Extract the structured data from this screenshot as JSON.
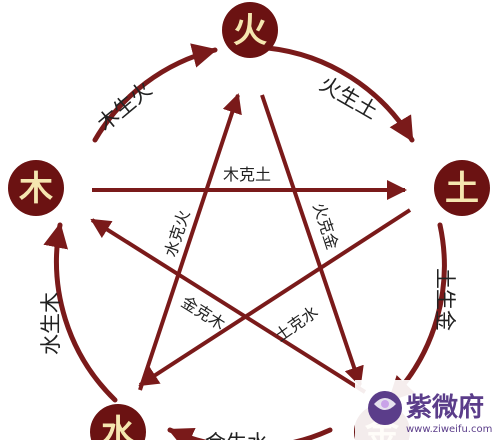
{
  "elements": {
    "fire": {
      "char": "火"
    },
    "earth": {
      "char": "土"
    },
    "metal": {
      "char": "金"
    },
    "water": {
      "char": "水"
    },
    "wood": {
      "char": "木"
    }
  },
  "generating": {
    "wood_fire": "木生火",
    "fire_earth": "火生土",
    "earth_metal": "土生金",
    "metal_water": "金生水",
    "water_wood": "水生木"
  },
  "controlling": {
    "wood_earth": "木克土",
    "water_fire": "水克火",
    "fire_metal": "火克金",
    "metal_wood": "金克木",
    "earth_water": "土克水"
  },
  "watermark": {
    "text": "紫微府",
    "url": "www.ziweifu.com"
  },
  "colors": {
    "primary": "#7a1a1a",
    "element_fill": "#6b1212",
    "element_text": "#f5e6b0",
    "background": "#ffffff",
    "watermark_purple": "#5b3d8a"
  }
}
